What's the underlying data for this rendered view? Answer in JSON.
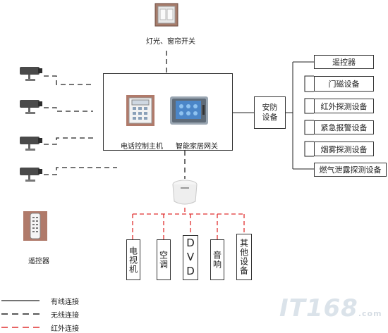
{
  "top_switch": {
    "label": "灯光、窗帘开关",
    "icon": "wall-switch-icon"
  },
  "hub": {
    "phone_label": "电话控制主机",
    "gateway_label": "智能家居网关",
    "phone_icon": "desk-phone-icon",
    "gateway_icon": "touchscreen-panel-icon"
  },
  "security": {
    "label": "安防设备",
    "devices": [
      "遥控器",
      "门磁设备",
      "红外探测设备",
      "紧急报警设备",
      "烟雾探测设备",
      "燃气泄露探测设备"
    ]
  },
  "cameras": [
    "camera-icon",
    "camera-icon",
    "camera-icon",
    "camera-icon"
  ],
  "remote": {
    "label": "遥控器",
    "icon": "remote-control-icon"
  },
  "ir_hub_icon": "ir-transmitter-icon",
  "appliances": [
    "电视机",
    "空调",
    "DVD",
    "音响",
    "其他设备"
  ],
  "legend": {
    "wired": "有线连接",
    "wireless": "无线连接",
    "infrared": "红外连接"
  },
  "watermark": {
    "main": "IT168",
    "sub": ".com"
  },
  "colors": {
    "line": "#222222",
    "infrared": "#e03030",
    "camera_body": "#4a4a4a"
  }
}
